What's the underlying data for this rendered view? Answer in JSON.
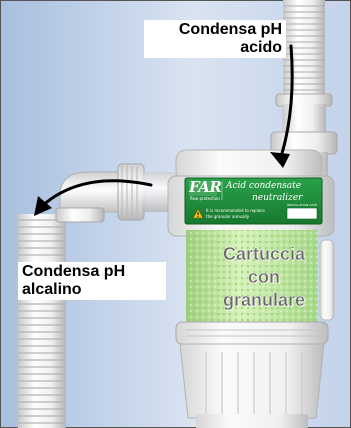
{
  "labels": {
    "acid_line1": "Condensa pH",
    "acid_line2": "acido",
    "alkaline_line1": "Condensa pH",
    "alkaline_line2": "alcalino"
  },
  "cartridge": {
    "line1": "Cartuccia",
    "line2": "con",
    "line3": "granulare"
  },
  "product_label": {
    "brand": "FAR",
    "brand_sub": "flow protection",
    "title_line1": "Acid condensate",
    "title_line2": "neutralizer",
    "notice_line1": "It is recommended to replace",
    "notice_line2": "the granular annually",
    "installation_date": "INSTALLATION DATE"
  },
  "colors": {
    "label_green": "#1f8f3a",
    "pipe_white": "#f2f2f2",
    "background_blue": "#b9cbe3",
    "granule_green": "#bfe89a"
  },
  "icons": [
    "warning-icon",
    "flow-arrow-icon"
  ]
}
